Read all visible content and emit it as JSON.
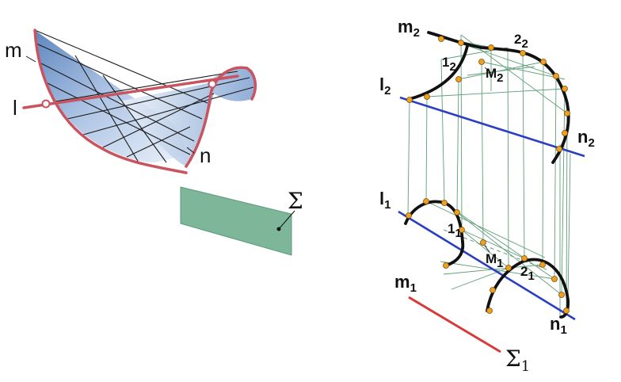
{
  "surface_labels": {
    "m": "m",
    "l": "l",
    "n": "n",
    "sigma": "Σ"
  },
  "projection_labels": {
    "m2": {
      "base": "m",
      "sub": "2"
    },
    "l2": {
      "base": "l",
      "sub": "2"
    },
    "n2": {
      "base": "n",
      "sub": "2"
    },
    "p12": {
      "base": "1",
      "sub": "2"
    },
    "p22": {
      "base": "2",
      "sub": "2"
    },
    "M2": {
      "base": "M",
      "sub": "2"
    },
    "l1": {
      "base": "l",
      "sub": "1"
    },
    "m1": {
      "base": "m",
      "sub": "1"
    },
    "n1": {
      "base": "n",
      "sub": "1"
    },
    "p11": {
      "base": "1",
      "sub": "1"
    },
    "p21": {
      "base": "2",
      "sub": "1"
    },
    "M1": {
      "base": "M",
      "sub": "1"
    },
    "sigma1": {
      "base": "Σ",
      "sub": "1"
    }
  },
  "colors": {
    "curve_red": "#c9535f",
    "axis_blue": "#2a3fc0",
    "trace_red": "#d83a3a",
    "connector_green": "#5f9e7a",
    "plane_green": "#6fae8e",
    "point_orange": "#f0a020",
    "surface_blue": "#6f93c7"
  }
}
